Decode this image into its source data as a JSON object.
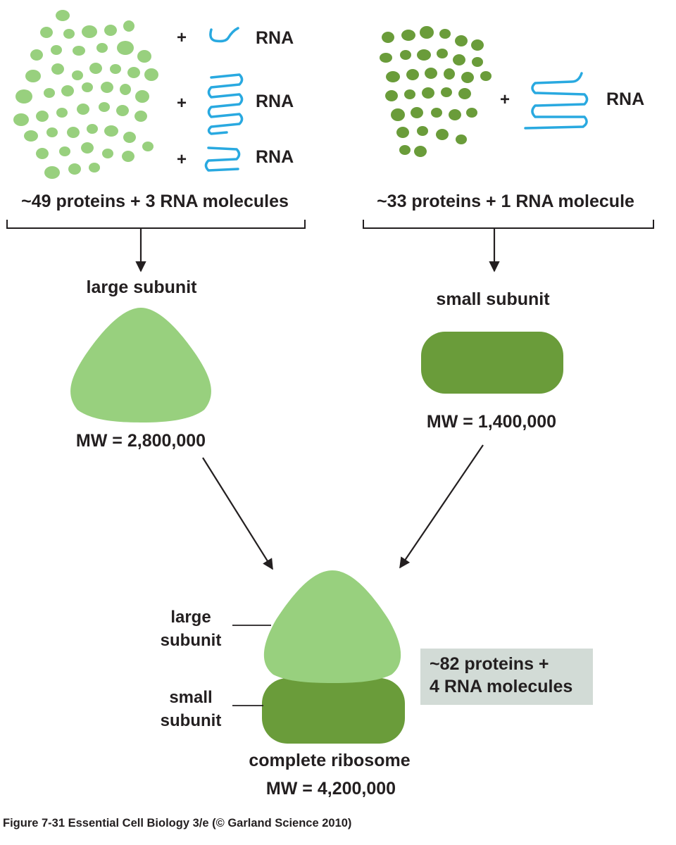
{
  "large_inputs": {
    "rna_label_1": "RNA",
    "rna_label_2": "RNA",
    "rna_label_3": "RNA",
    "plus": "+",
    "summary": "~49 proteins + 3 RNA molecules"
  },
  "small_inputs": {
    "rna_label": "RNA",
    "plus": "+",
    "summary": "~33 proteins + 1 RNA molecule"
  },
  "large_subunit": {
    "title": "large subunit",
    "mw": "MW = 2,800,000"
  },
  "small_subunit": {
    "title": "small subunit",
    "mw": "MW = 1,400,000"
  },
  "ribosome": {
    "large_label_line1": "large",
    "large_label_line2": "subunit",
    "small_label_line1": "small",
    "small_label_line2": "subunit",
    "title": "complete ribosome",
    "mw": "MW = 4,200,000",
    "summary_line1": "~82 proteins +",
    "summary_line2": "4 RNA molecules"
  },
  "caption": "Figure 7-31  Essential Cell Biology 3/e (© Garland Science 2010)",
  "colors": {
    "light_green": "#98d07e",
    "dark_green": "#6a9c3a",
    "rna_blue": "#29a9e0",
    "summary_box": "#d2dbd6",
    "text": "#231f20"
  }
}
